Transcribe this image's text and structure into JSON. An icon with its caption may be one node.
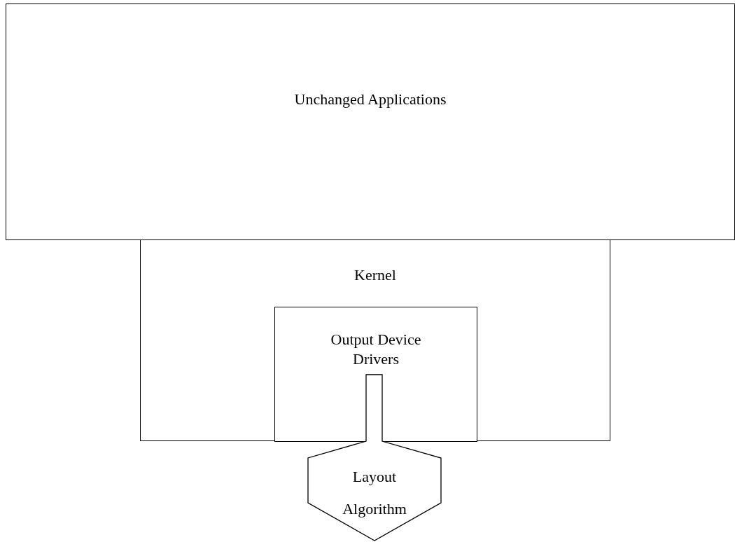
{
  "diagram": {
    "nodes": [
      {
        "text": [
          "Unchanged Applications"
        ]
      },
      {
        "text": [
          "Kernel"
        ]
      },
      {
        "text": [
          "Output Device Drivers"
        ],
        "in": 1
      },
      {
        "text": [
          "Layout Algorithm"
        ]
      }
    ]
  }
}
